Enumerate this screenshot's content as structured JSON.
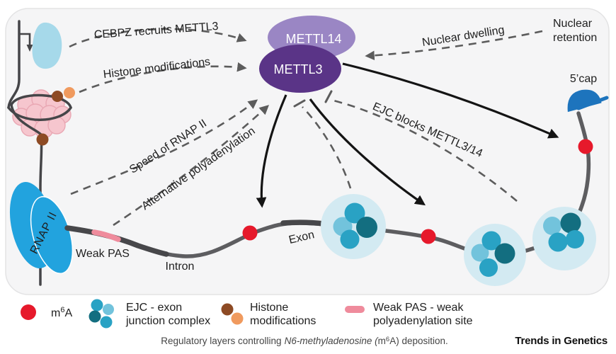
{
  "figure": {
    "labels": {
      "cebpz_recruits": "CEBPZ recruits METTL3",
      "histone_modifications": "Histone modifications",
      "nuclear_dwelling": "Nuclear dwelling",
      "nuclear_retention_line1": "Nuclear",
      "nuclear_retention_line2": "retention",
      "five_prime_cap": "5’cap",
      "speed_of_rnap2": "Speed of RNAP II",
      "alternative_polyadenylation": "Alternative polyadenylation",
      "ejc_blocks": "EJC blocks METTL3/14",
      "mettl14": "METTL14",
      "mettl3": "METTL3",
      "rnap2": "RNAP II",
      "weak_pas": "Weak PAS",
      "intron": "Intron",
      "exon": "Exon"
    },
    "colors": {
      "panel_bg": "#f5f5f6",
      "panel_border": "#e3e3e4",
      "m6a_red": "#e6192b",
      "mettl14_purple": "#9a86c4",
      "mettl3_purple": "#5a3487",
      "rnap2_blue": "#22a3de",
      "cebpz_blue": "#a6d9ea",
      "cap_blue": "#1d74bd",
      "ejc_halo": "#d3eaf2",
      "ejc_teal": "#29a2c4",
      "ejc_light": "#72c3dc",
      "ejc_dark": "#136e80",
      "histone_pink": "#f6c6ce",
      "histone_pink_stroke": "#e9a7b3",
      "mod_brown": "#8d4a24",
      "mod_orange": "#f09a5e",
      "weak_pas_pink": "#ef8b9c",
      "strand_gray": "#5d5d60",
      "strand_dark": "#47474a",
      "dashed_gray": "#5c5c5c",
      "arrow_black": "#141414"
    }
  },
  "legend": {
    "m6a": {
      "pre": "m",
      "sup": "6",
      "post": "A"
    },
    "ejc_line1": "EJC - exon",
    "ejc_line2": "junction complex",
    "histone_line1": "Histone",
    "histone_line2": "modifications",
    "weak_pas_line1": "Weak PAS - weak",
    "weak_pas_line2": "polyadenylation site"
  },
  "caption": {
    "part1": "Regulatory layers controlling",
    "part2_italic": "N6-methyladenosine (",
    "m_pre": "m",
    "m_sup": "6",
    "m_post": "A) deposition."
  },
  "branding": "Trends in Genetics"
}
